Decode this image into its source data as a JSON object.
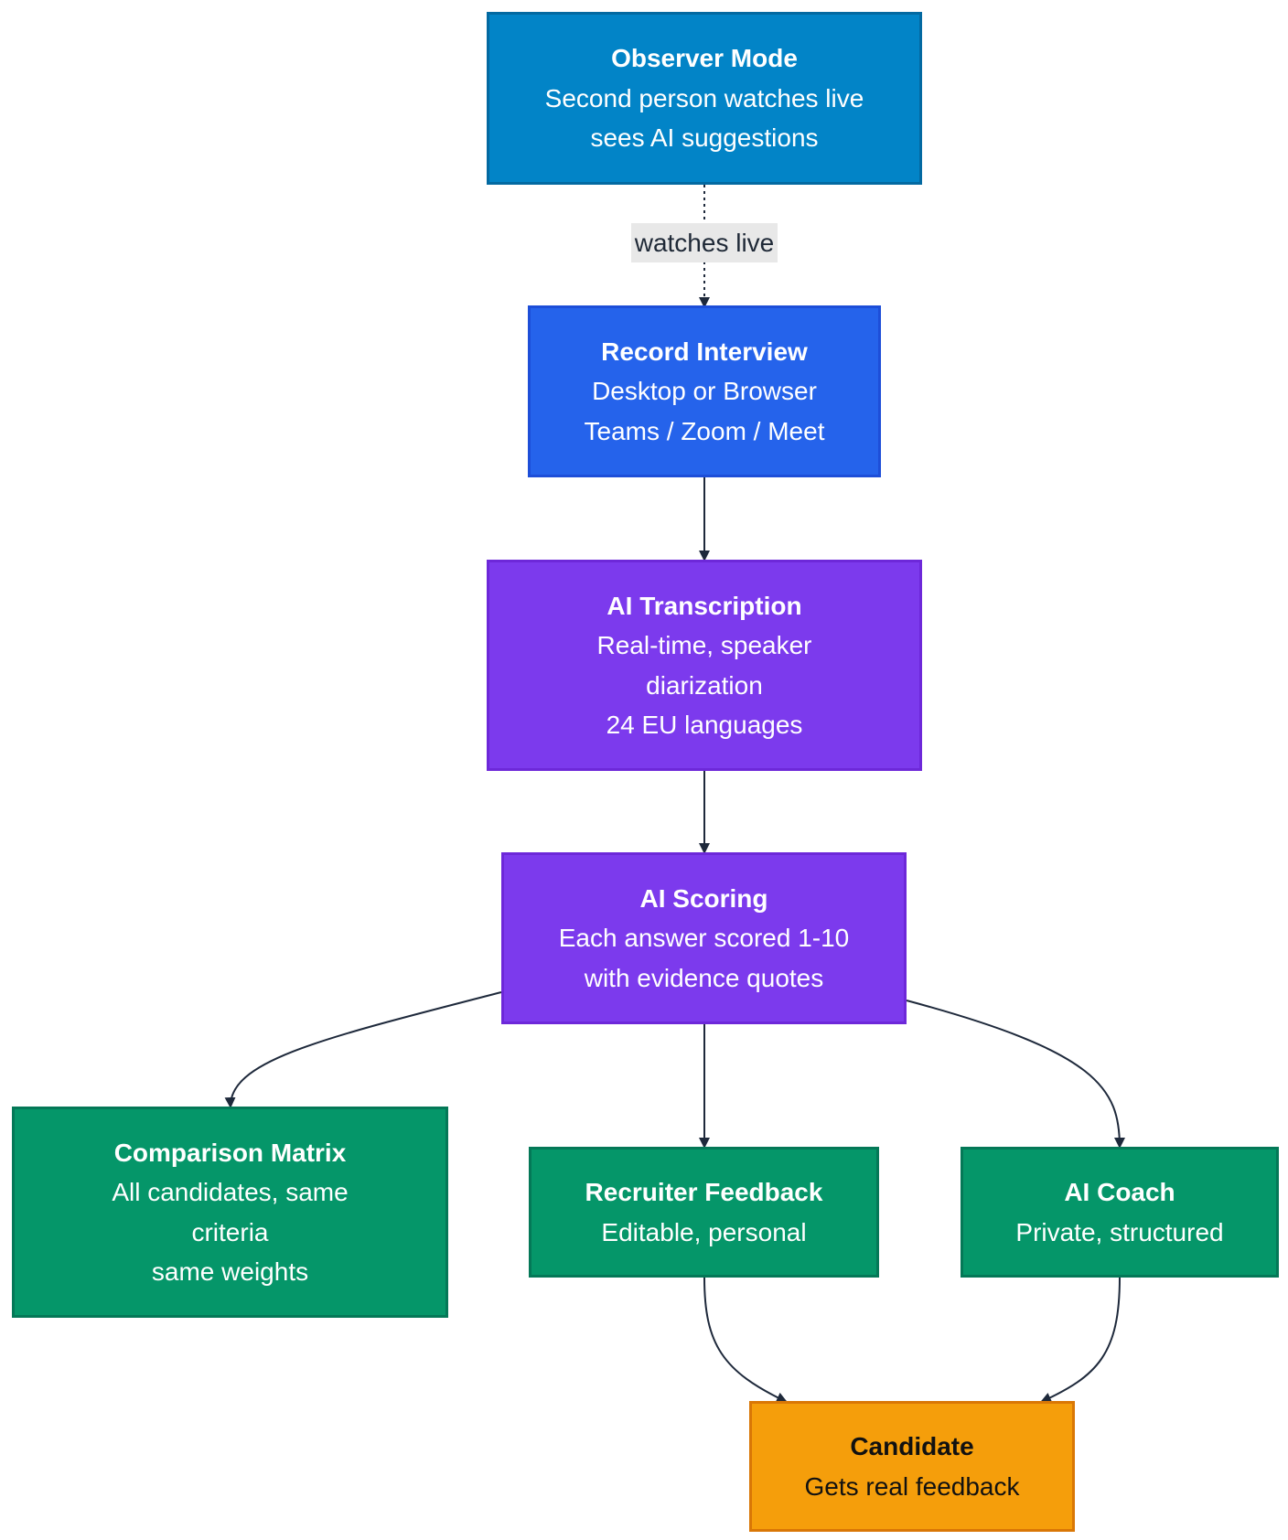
{
  "nodes": {
    "observer": {
      "title": "Observer Mode",
      "lines": [
        "Second person watches live",
        "sees AI suggestions"
      ],
      "fill": "#0284c7",
      "border": "#0369a1",
      "text": "#ffffff"
    },
    "record": {
      "title": "Record Interview",
      "lines": [
        "Desktop or Browser",
        "Teams / Zoom / Meet"
      ],
      "fill": "#2563eb",
      "border": "#1d4ed8",
      "text": "#ffffff"
    },
    "transcription": {
      "title": "AI Transcription",
      "lines": [
        "Real-time, speaker",
        "diarization",
        "24 EU languages"
      ],
      "fill": "#7c3aed",
      "border": "#6d28d9",
      "text": "#ffffff"
    },
    "scoring": {
      "title": "AI Scoring",
      "lines": [
        "Each answer scored 1-10",
        "with evidence quotes"
      ],
      "fill": "#7c3aed",
      "border": "#6d28d9",
      "text": "#ffffff"
    },
    "matrix": {
      "title": "Comparison Matrix",
      "lines": [
        "All candidates, same",
        "criteria",
        "same weights"
      ],
      "fill": "#059669",
      "border": "#047857",
      "text": "#ffffff"
    },
    "feedback": {
      "title": "Recruiter Feedback",
      "lines": [
        "Editable, personal"
      ],
      "fill": "#059669",
      "border": "#047857",
      "text": "#ffffff"
    },
    "coach": {
      "title": "AI Coach",
      "lines": [
        "Private, structured"
      ],
      "fill": "#059669",
      "border": "#047857",
      "text": "#ffffff"
    },
    "candidate": {
      "title": "Candidate",
      "lines": [
        "Gets real feedback"
      ],
      "fill": "#f59e0b",
      "border": "#d97706",
      "text": "#111111"
    }
  },
  "edges": [
    {
      "from": "observer",
      "to": "record",
      "style": "dotted",
      "label": "watches live"
    },
    {
      "from": "record",
      "to": "transcription",
      "style": "solid",
      "label": ""
    },
    {
      "from": "transcription",
      "to": "scoring",
      "style": "solid",
      "label": ""
    },
    {
      "from": "scoring",
      "to": "matrix",
      "style": "solid",
      "label": ""
    },
    {
      "from": "scoring",
      "to": "feedback",
      "style": "solid",
      "label": ""
    },
    {
      "from": "scoring",
      "to": "coach",
      "style": "solid",
      "label": ""
    },
    {
      "from": "feedback",
      "to": "candidate",
      "style": "solid",
      "label": ""
    },
    {
      "from": "coach",
      "to": "candidate",
      "style": "solid",
      "label": ""
    }
  ],
  "edge_color": "#1e293b"
}
